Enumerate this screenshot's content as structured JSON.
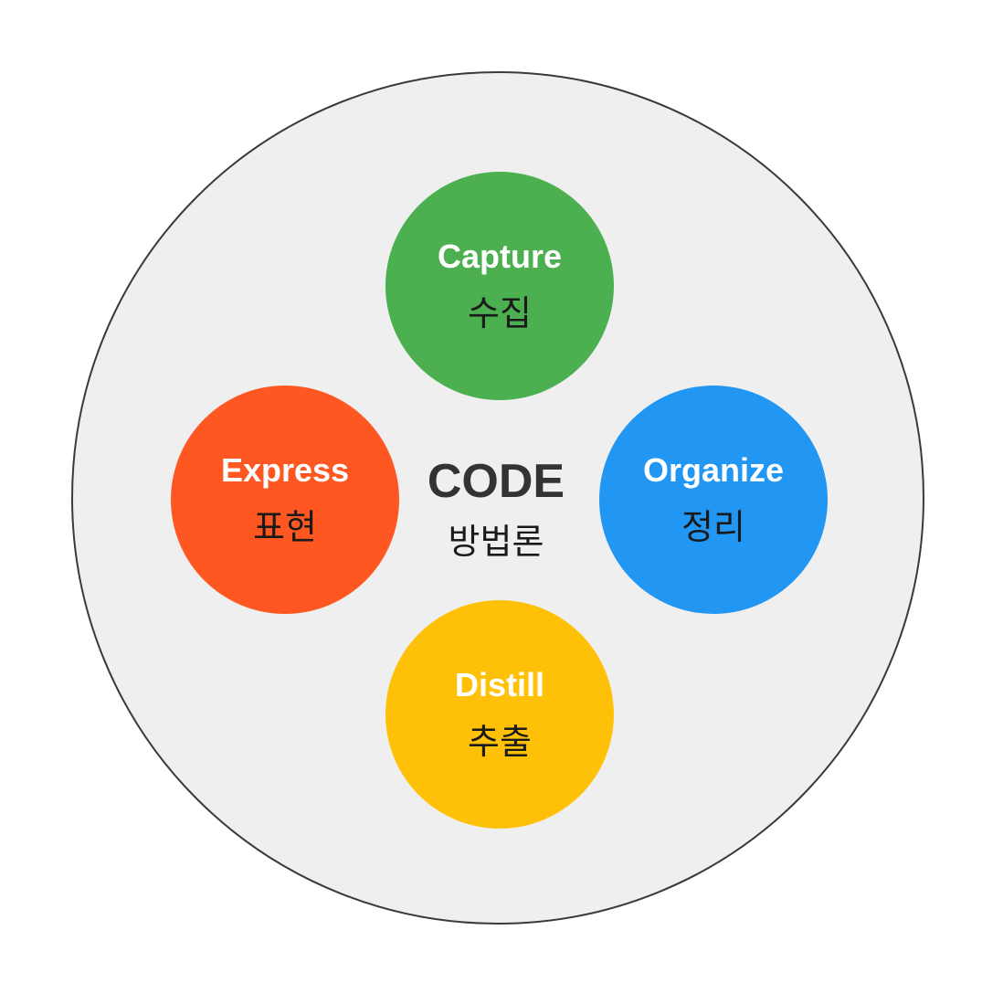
{
  "center": {
    "title": "CODE",
    "subtitle": "방법론"
  },
  "nodes": {
    "capture": {
      "label": "Capture",
      "label_ko": "수집",
      "color": "#4caf50"
    },
    "organize": {
      "label": "Organize",
      "label_ko": "정리",
      "color": "#2196f3"
    },
    "distill": {
      "label": "Distill",
      "label_ko": "추출",
      "color": "#ffc107"
    },
    "express": {
      "label": "Express",
      "label_ko": "표현",
      "color": "#ff5722"
    }
  },
  "outer_circle": {
    "fill": "#efefef",
    "stroke": "#3a3a3a"
  }
}
